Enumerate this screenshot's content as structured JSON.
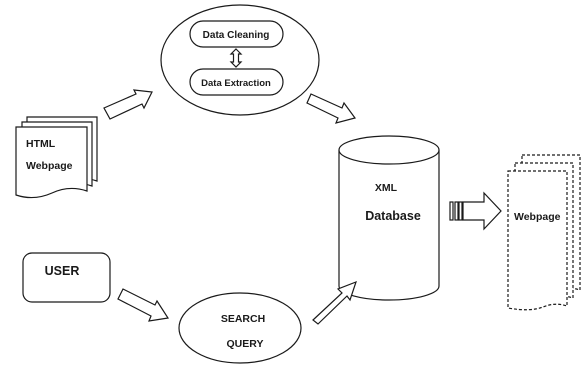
{
  "labels": {
    "data_cleaning": "Data Cleaning",
    "data_extraction": "Data Extraction",
    "html_line1": "HTML",
    "html_line2": "Webpage",
    "xml_line1": "XML",
    "xml_line2": "Database",
    "output_webpage": "Webpage",
    "user": "USER",
    "search_line1": "SEARCH",
    "search_line2": "QUERY"
  },
  "colors": {
    "stroke": "#1a1a1a",
    "fill": "#ffffff"
  }
}
